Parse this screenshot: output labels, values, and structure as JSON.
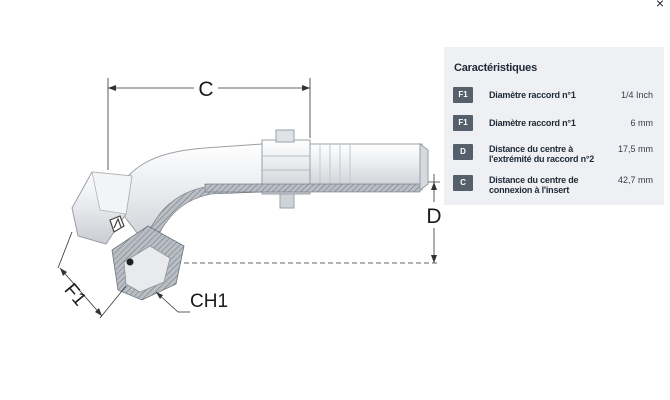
{
  "close_glyph": "×",
  "drawing": {
    "labels": {
      "c": "C",
      "d": "D",
      "f1": "F1",
      "ch1": "CH1"
    }
  },
  "panel": {
    "title": "Caractéristiques",
    "rows": [
      {
        "code": "F1",
        "label": "Diamètre raccord n°1",
        "value": "1/4 Inch"
      },
      {
        "code": "F1",
        "label": "Diamètre raccord n°1",
        "value": "6 mm"
      },
      {
        "code": "D",
        "label_line1": "Distance du centre à",
        "label_line2": "l'extrémité du raccord n°2",
        "value": "17,5 mm"
      },
      {
        "code": "C",
        "label_line1": "Distance du centre de",
        "label_line2": "connexion à l'insert",
        "value": "42,7 mm"
      }
    ]
  },
  "colors": {
    "badge": "#56606c",
    "panel_bg": "#eef0f3",
    "metal": "#e6e8ec",
    "section": "#9aa1a9"
  }
}
